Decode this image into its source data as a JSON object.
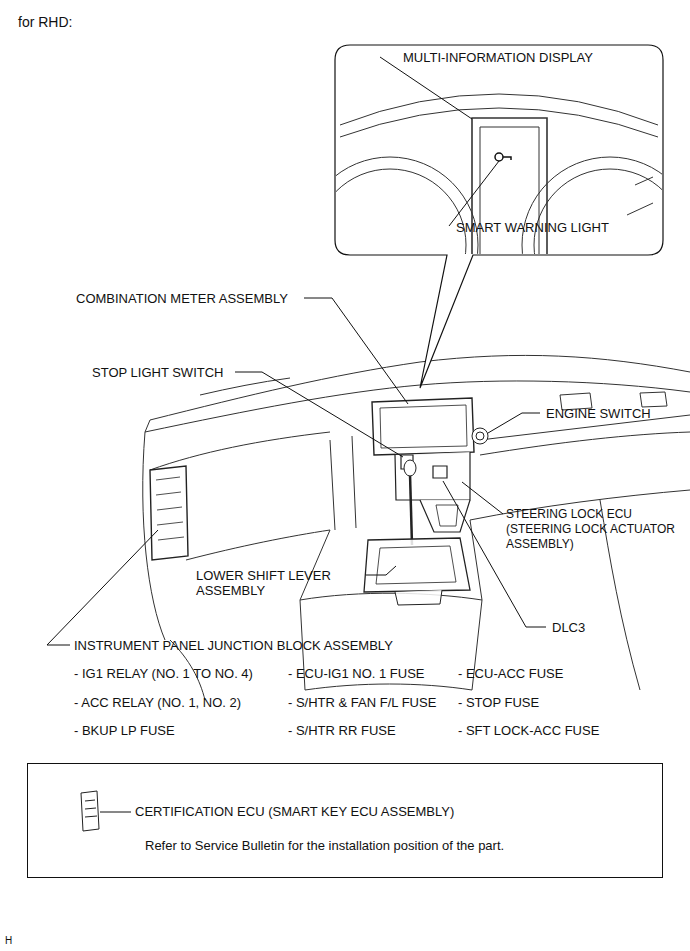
{
  "diagram": {
    "title": "for RHD:",
    "nodes": [
      {
        "text": [
          "MULTI-INFORMATION DISPLAY",
          "SMART WARNING LIGHT"
        ]
      },
      {
        "text": [
          "CERTIFICATION ECU (SMART KEY ECU ASSEMBLY)",
          "Refer to Service Bulletin for the installation position of the part."
        ]
      }
    ],
    "labels": [
      "COMBINATION METER ASSEMBLY",
      "STOP LIGHT SWITCH",
      "ENGINE SWITCH",
      "STEERING LOCK ECU (STEERING LOCK ACTUATOR ASSEMBLY)",
      "LOWER SHIFT LEVER ASSEMBLY",
      "DLC3",
      "INSTRUMENT PANEL JUNCTION BLOCK ASSEMBLY",
      "- IG1 RELAY (NO. 1 TO NO. 4)",
      "- ECU-IG1 NO. 1 FUSE",
      "- ECU-ACC FUSE",
      "- ACC RELAY (NO. 1, NO. 2)",
      "- S/HTR & FAN F/L FUSE",
      "- STOP FUSE",
      "- BKUP LP FUSE",
      "- S/HTR RR FUSE",
      "- SFT LOCK-ACC FUSE",
      "H"
    ]
  }
}
